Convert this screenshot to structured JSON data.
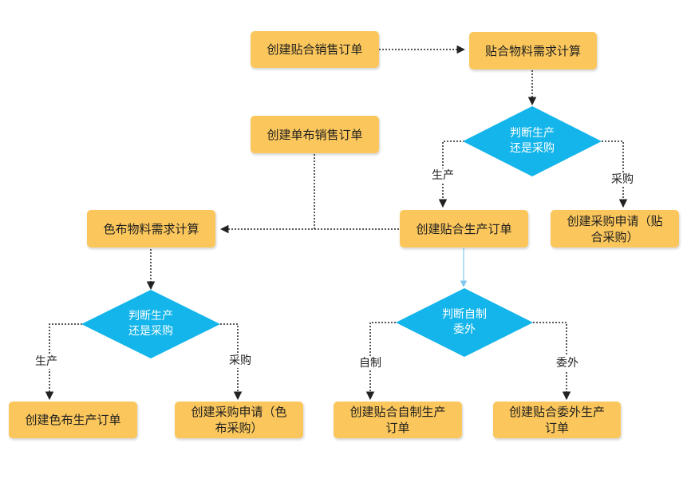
{
  "nodes": {
    "create_paste_sales_order": "创建贴合销售订单",
    "paste_material_demand_calc": "贴合物料需求计算",
    "judge_produce_or_purchase_1": "判断生产\n还是采购",
    "create_single_cloth_sales_order": "创建单布销售订单",
    "color_cloth_material_demand_calc": "色布物料需求计算",
    "create_paste_production_order": "创建贴合生产订单",
    "create_purchase_request_paste": "创建采购申请（贴\n合采购）",
    "judge_produce_or_purchase_2": "判断生产\n还是采购",
    "judge_self_or_outsource": "判断自制\n委外",
    "create_color_cloth_production_order": "创建色布生产订单",
    "create_purchase_request_color": "创建采购申请（色\n布采购）",
    "create_paste_self_production_order": "创建贴合自制生产\n订单",
    "create_paste_outsource_production_order": "创建贴合委外生产\n订单"
  },
  "edge_labels": {
    "produce_1": "生产",
    "purchase_1": "采购",
    "produce_2": "生产",
    "purchase_2": "采购",
    "self_made": "自制",
    "outsource": "委外"
  },
  "colors": {
    "box_fill": "#fbc75c",
    "diamond_fill": "#13b5ea",
    "line_dark": "#222222",
    "line_blue": "#7ec8f0"
  }
}
